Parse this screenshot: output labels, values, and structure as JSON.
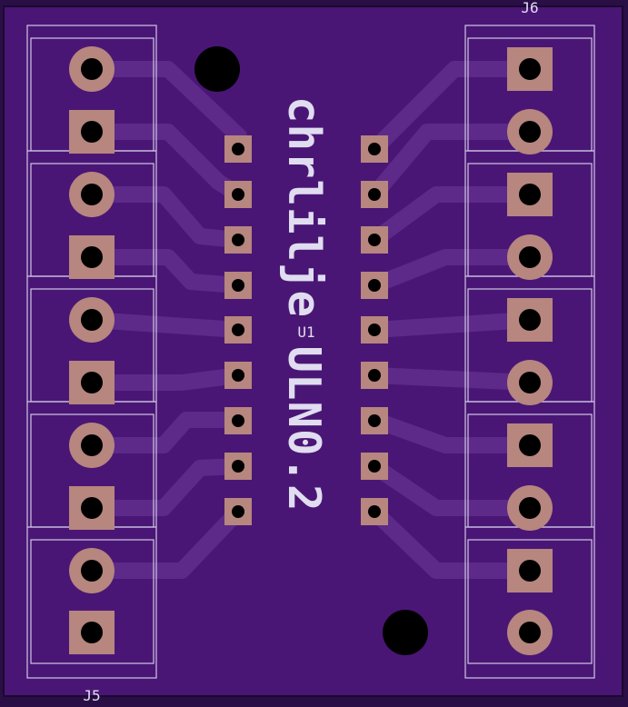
{
  "board": {
    "silkscreen_text": "chrlilje ULN0.2",
    "labels": {
      "u1": "U1",
      "j5": "J5",
      "j6": "J6"
    }
  },
  "colors": {
    "background": "#2a0f46",
    "board_fill": "#4a1675",
    "board_outline": "#cfc7e5",
    "trace": "#5d2a8a",
    "pad": "#b6867f",
    "drill": "#000000",
    "silkscreen": "#e0ddf0",
    "label_faint": "#8c6f9d"
  }
}
